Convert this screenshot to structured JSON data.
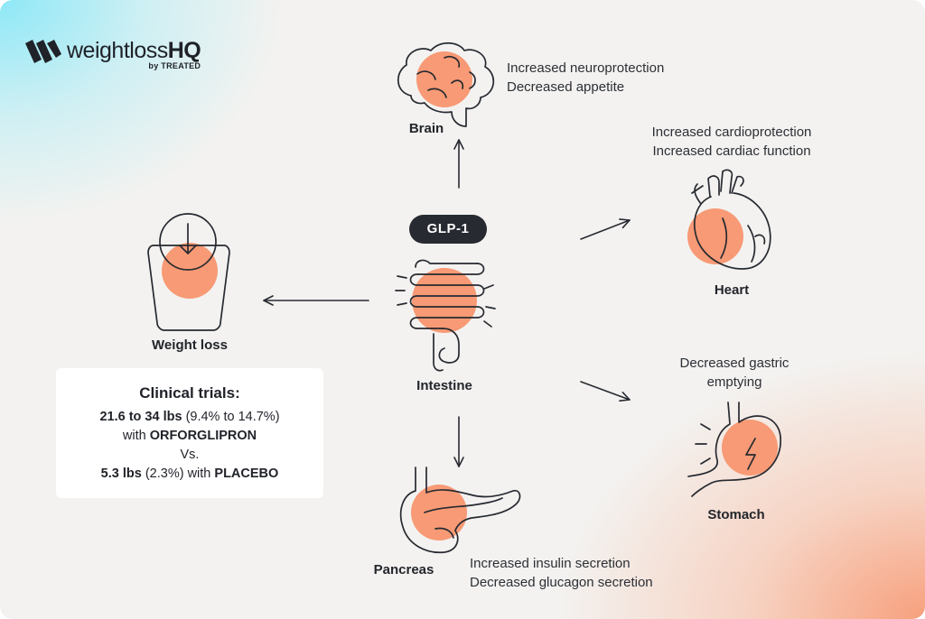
{
  "brand": {
    "name_regular": "weightloss",
    "name_bold": "HQ",
    "byline": "by TREATED"
  },
  "center": {
    "badge": "GLP-1",
    "label": "Intestine"
  },
  "organs": {
    "brain": {
      "label": "Brain",
      "effects": [
        "Increased neuroprotection",
        "Decreased appetite"
      ]
    },
    "heart": {
      "label": "Heart",
      "effects": [
        "Increased cardioprotection",
        "Increased cardiac function"
      ]
    },
    "stomach": {
      "label": "Stomach",
      "effects": [
        "Decreased gastric",
        "emptying"
      ]
    },
    "pancreas": {
      "label": "Pancreas",
      "effects": [
        "Increased insulin secretion",
        "Decreased glucagon secretion"
      ]
    },
    "weight": {
      "label": "Weight loss"
    }
  },
  "trials": {
    "title": "Clinical trials:",
    "drug_range_bold": "21.6 to 34 lbs",
    "drug_range_pct": "(9.4% to 14.7%)",
    "with_word": "with",
    "drug_name": "ORFORGLIPRON",
    "vs": "Vs.",
    "placebo_amount_bold": "5.3 lbs",
    "placebo_pct": "(2.3%) with",
    "placebo_name": "PLACEBO"
  },
  "colors": {
    "accent": "#f79a75",
    "ink": "#272a31",
    "background": "#f3f2f0"
  }
}
